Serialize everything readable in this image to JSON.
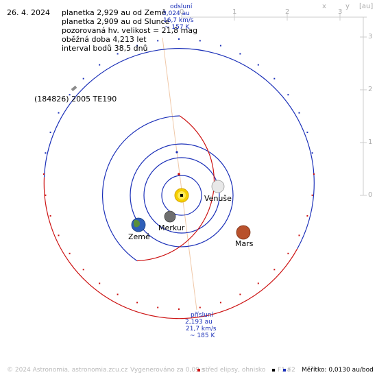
{
  "date": "26. 4. 2024",
  "info": {
    "line1": "planetka 2,929 au od Země",
    "line2": "planetka 2,909 au od Slunce",
    "line3": "pozorovaná hv. velikost = 21,8 mag",
    "line4": "oběžná doba 4,213 let",
    "line5": "interval bodů 38,5 dnů"
  },
  "asteroid_label": "(184826) 2005 TE190",
  "aphelion": {
    "title": "odsluní",
    "dist": "3,024 au",
    "speed": "16,7 km/s",
    "temp": "~ 157 K"
  },
  "perihelion": {
    "title": "přísluní",
    "dist": "2,193 au",
    "speed": "21,7 km/s",
    "temp": "~ 185 K"
  },
  "planets": {
    "mercury": "Merkur",
    "venus": "Venuše",
    "earth": "Země",
    "mars": "Mars"
  },
  "axes": {
    "x_label": "x",
    "y_label": "y",
    "unit": "[au]",
    "x_ticks": [
      "0",
      "1",
      "2",
      "3"
    ],
    "y_ticks": [
      "3",
      "2",
      "1",
      "0"
    ]
  },
  "footer": {
    "copyright": "© 2024 Astronomia, astronomia.zcu.cz",
    "generated": "Vygenerováno za 0,09 s",
    "legend_center": "střed elipsy, ohnisko",
    "legend_f1": "F1 a",
    "legend_f2": "F2",
    "scale": "Měřítko: 0,0130 au/bod"
  },
  "colors": {
    "orbit_blue": "#1a2fb8",
    "orbit_red": "#cc1111",
    "apsis_line": "#f0c8a8",
    "sun": "#f5d000",
    "axis_gray": "#cccccc"
  }
}
